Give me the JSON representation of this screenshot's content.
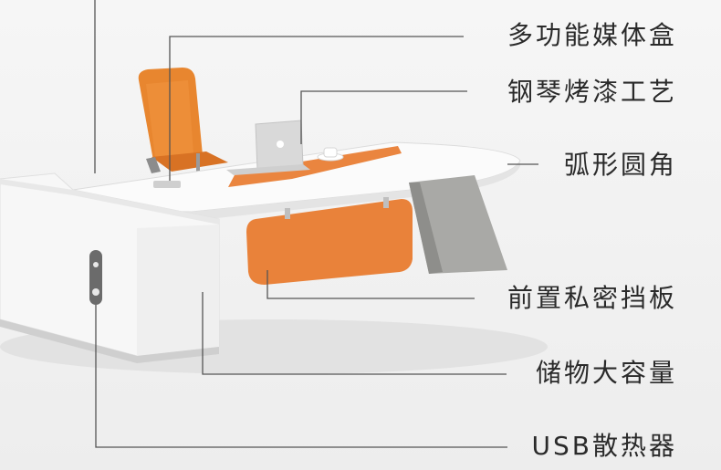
{
  "labels": {
    "media_box": "多功能媒体盒",
    "piano_lacquer": "钢琴烤漆工艺",
    "curved_corner": "弧形圆角",
    "privacy_panel": "前置私密挡板",
    "storage": "储物大容量",
    "usb_cooling": "USB散热器"
  },
  "colors": {
    "accent": "#e8782a",
    "line": "#555555",
    "desk": "#f7f7f7",
    "leg": "#a9a9a6"
  }
}
